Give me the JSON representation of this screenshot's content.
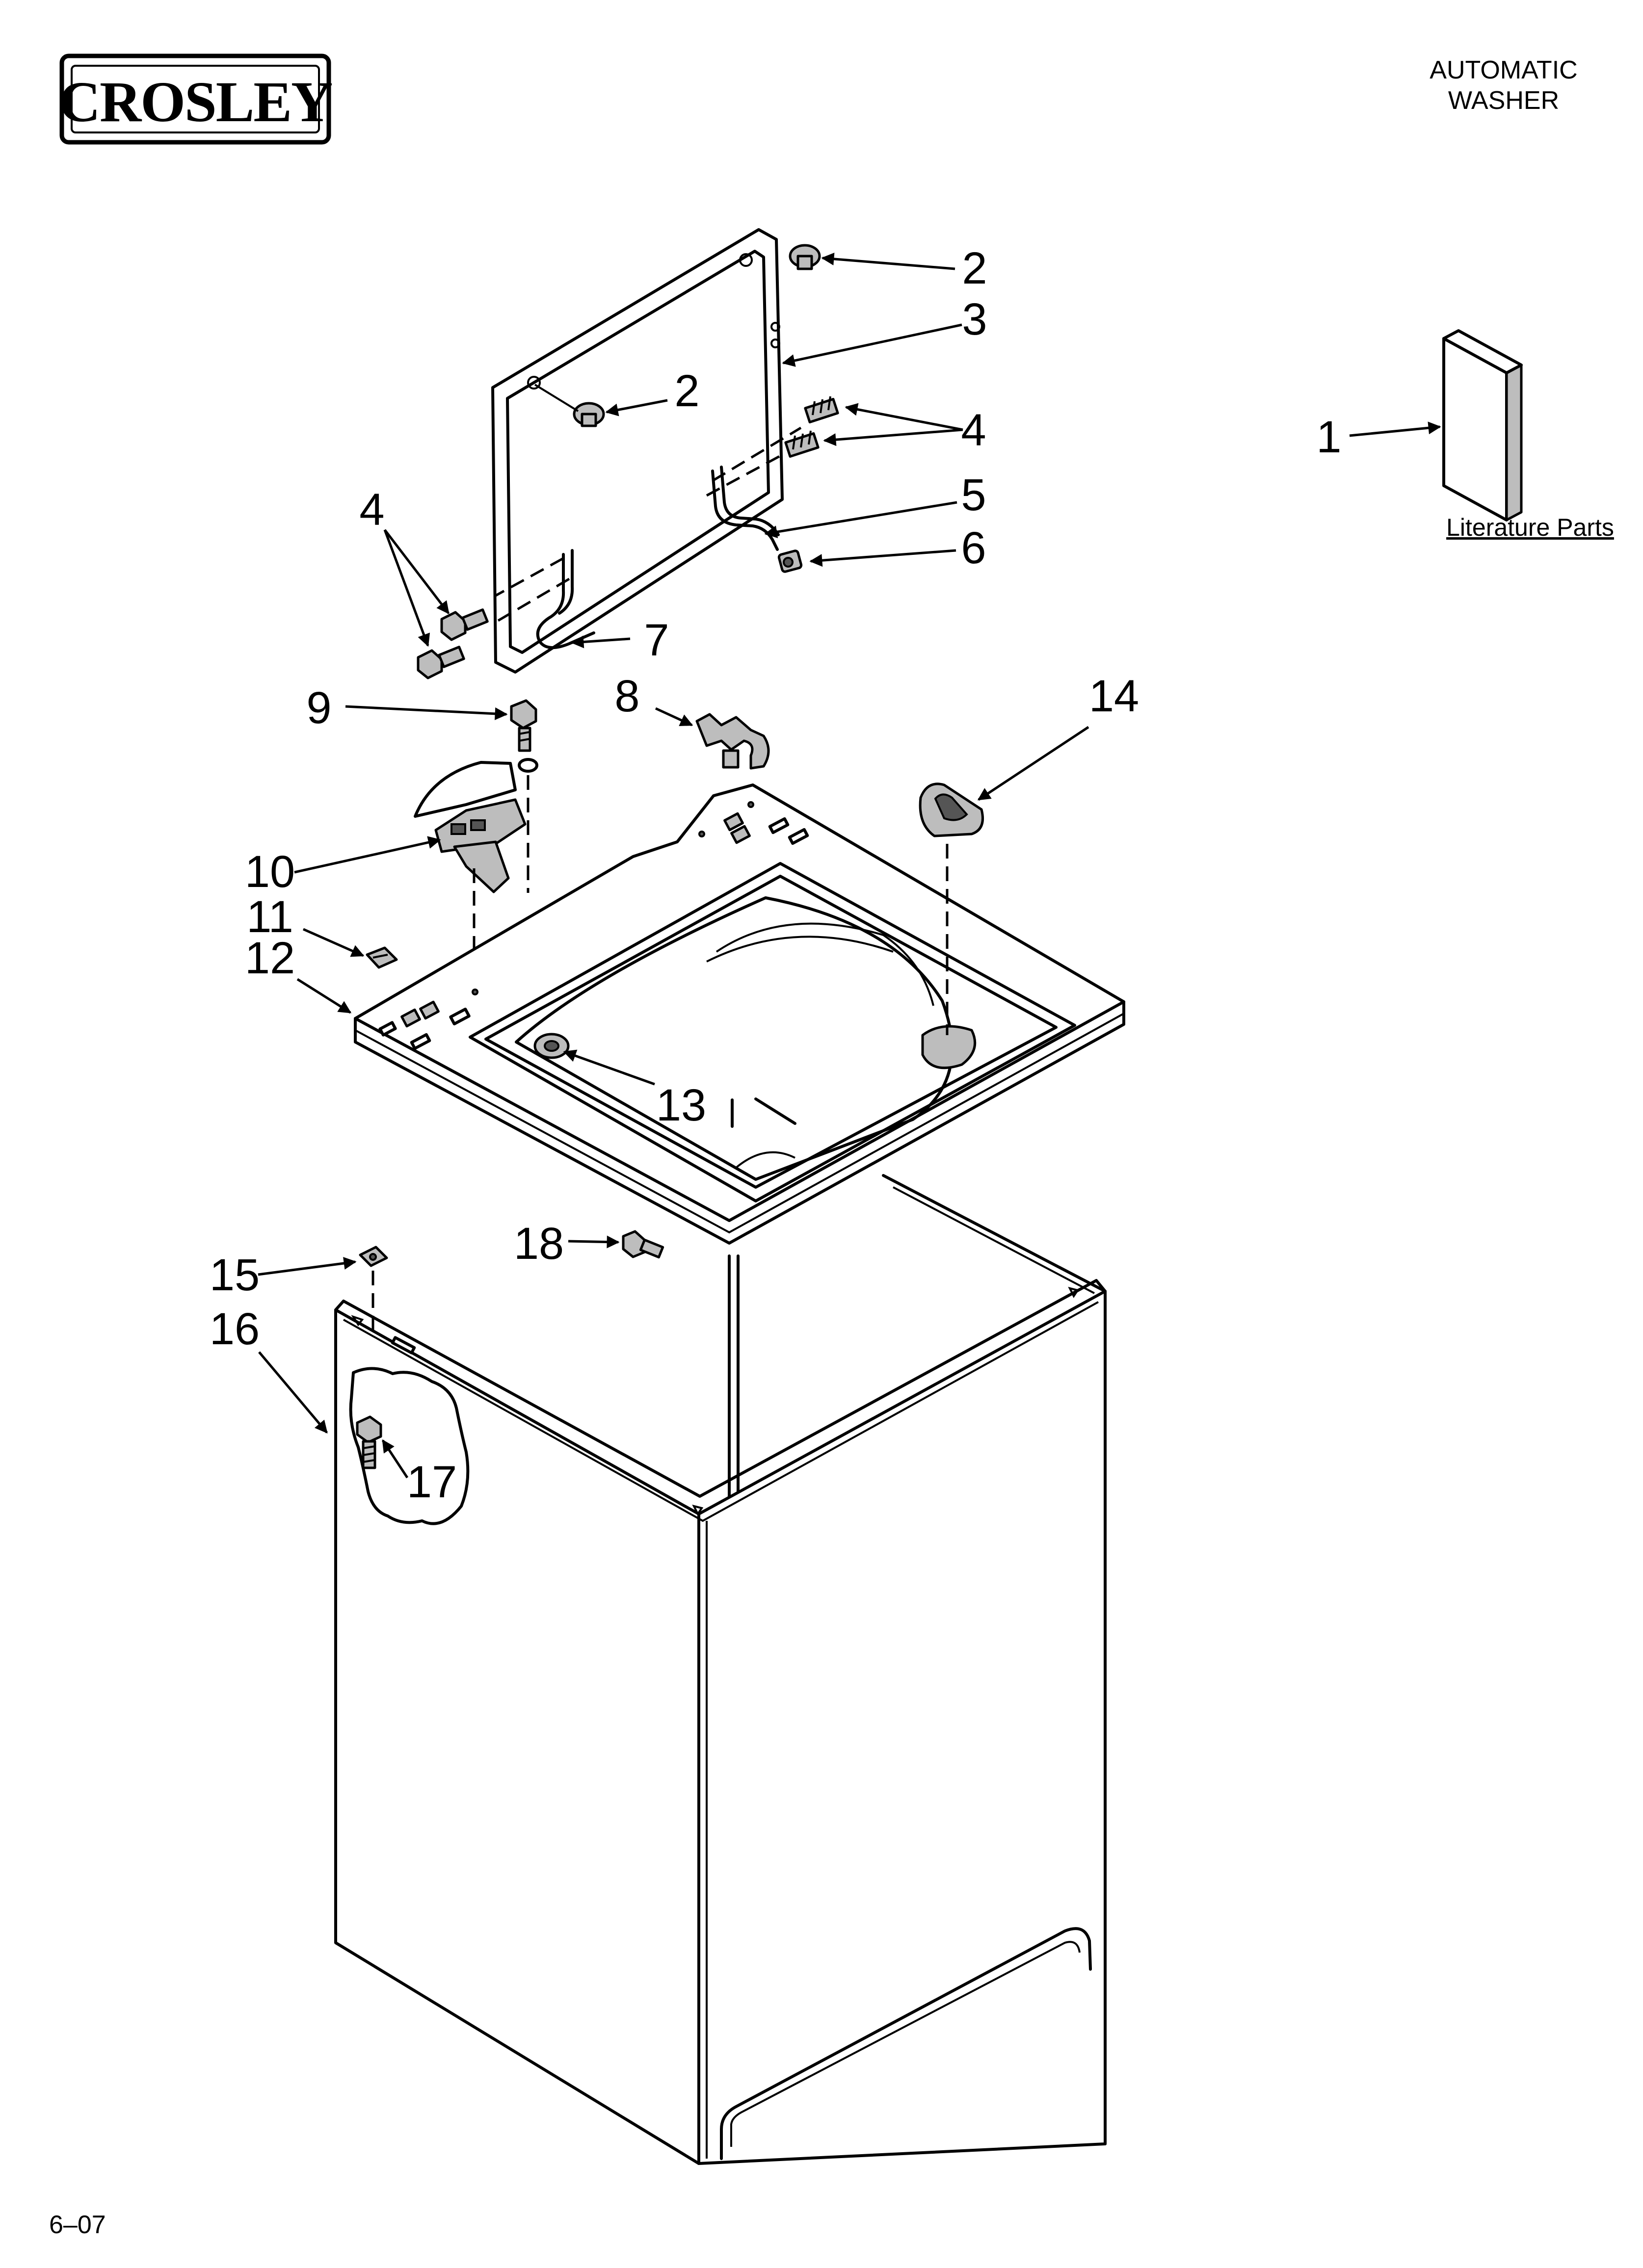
{
  "header": {
    "brand": "CROSLEY",
    "title_line1": "AUTOMATIC",
    "title_line2": "WASHER"
  },
  "literature": {
    "caption": "Literature Parts"
  },
  "callouts": {
    "c1": "1",
    "c2a": "2",
    "c2b": "2",
    "c3": "3",
    "c4a": "4",
    "c4b": "4",
    "c5": "5",
    "c6": "6",
    "c7": "7",
    "c8": "8",
    "c9": "9",
    "c10": "10",
    "c11": "11",
    "c12": "12",
    "c13": "13",
    "c14": "14",
    "c15": "15",
    "c16": "16",
    "c17": "17",
    "c18": "18"
  },
  "footer": {
    "date_code": "6–07"
  }
}
